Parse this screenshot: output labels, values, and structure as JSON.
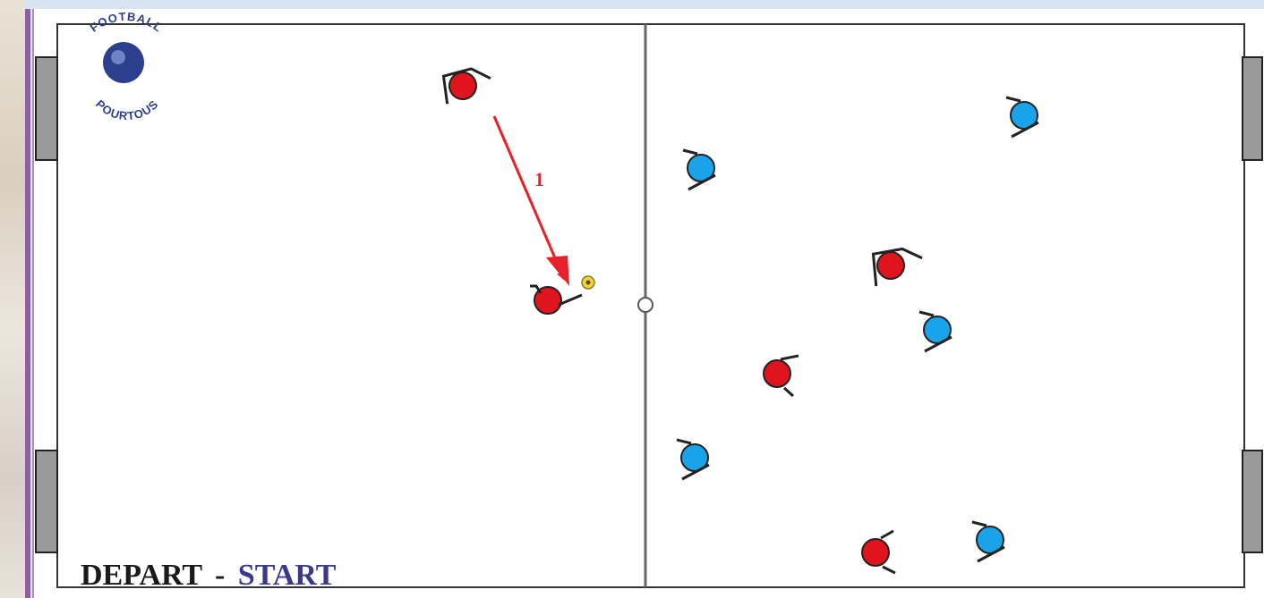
{
  "logo": {
    "text_top": "FOOTBALL",
    "text_bottom": "POURTOUS"
  },
  "caption": {
    "part1": "DEPART",
    "separator": "-",
    "part2": "START"
  },
  "pass_label": "1",
  "colors": {
    "team_red": "#e0141d",
    "team_blue": "#1aa3e8",
    "arrow": "#e8202a",
    "caption_dark": "#1a1a1a",
    "caption_accent": "#3a3a8c"
  },
  "players": [
    {
      "team": "red"
    },
    {
      "team": "red"
    },
    {
      "team": "red"
    },
    {
      "team": "red"
    },
    {
      "team": "red"
    },
    {
      "team": "blue"
    },
    {
      "team": "blue"
    },
    {
      "team": "blue"
    },
    {
      "team": "blue"
    },
    {
      "team": "blue"
    }
  ]
}
